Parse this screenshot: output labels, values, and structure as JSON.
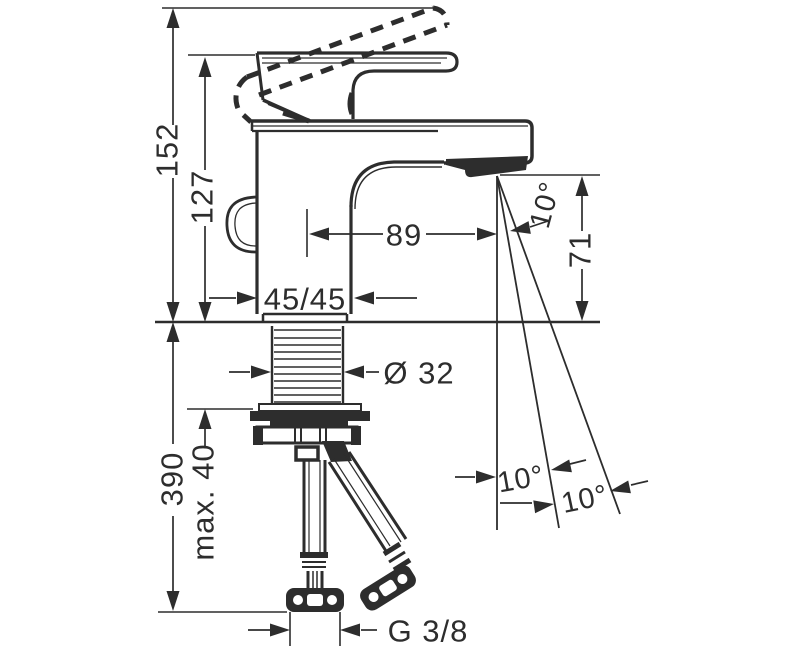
{
  "drawing": {
    "type": "technical dimension drawing",
    "subject": "single-lever basin mixer faucet, side elevation with mounting parts",
    "colors": {
      "line": "#2d2d2d",
      "background": "#ffffff"
    },
    "labels": {
      "total_height": "152",
      "lever_height": "127",
      "spout_reach": "89",
      "body_footprint": "45/45",
      "spray_angle": "10°",
      "outlet_height": "71",
      "shank_diameter": "Ø 32",
      "hose_length": "390",
      "max_mounting_thickness": "max. 40",
      "swivel_angle_left": "10°",
      "swivel_angle_right": "10°",
      "connection_thread": "G 3/8"
    }
  }
}
